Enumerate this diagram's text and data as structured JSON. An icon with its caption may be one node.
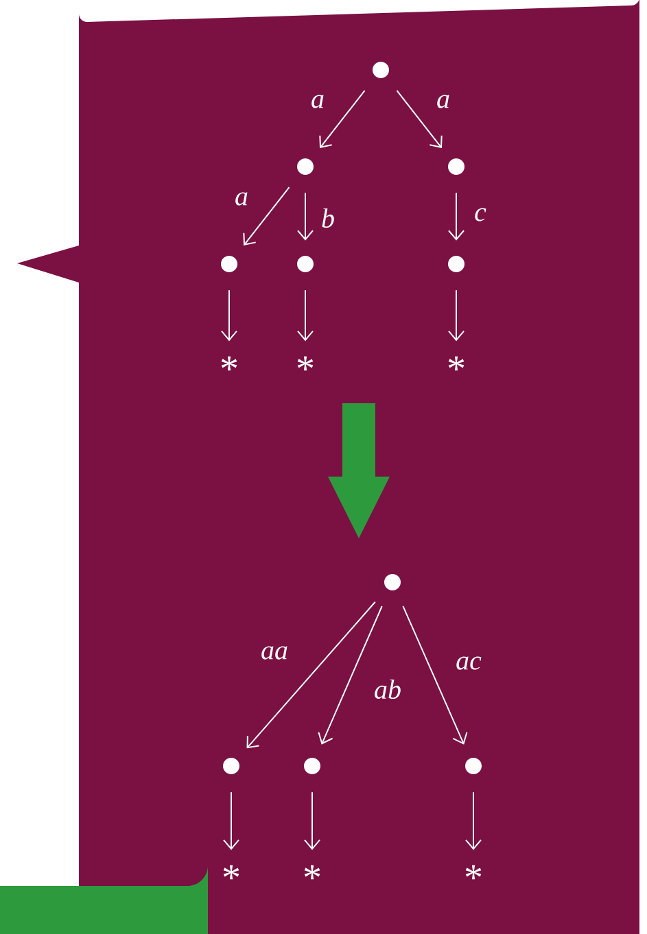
{
  "diagram": {
    "nodes": [
      {
        "text": [],
        "shape": "circle"
      },
      {
        "text": [],
        "shape": "circle"
      },
      {
        "text": [],
        "shape": "circle"
      },
      {
        "text": [],
        "shape": "circle"
      },
      {
        "text": [],
        "shape": "circle"
      },
      {
        "text": [],
        "shape": "circle"
      },
      {
        "text": [
          "*"
        ]
      },
      {
        "text": [
          "*"
        ]
      },
      {
        "text": [
          "*"
        ]
      },
      {
        "text": [],
        "shape": "circle"
      },
      {
        "text": [],
        "shape": "circle"
      },
      {
        "text": [],
        "shape": "circle"
      },
      {
        "text": [],
        "shape": "circle"
      },
      {
        "text": [
          "*"
        ]
      },
      {
        "text": [
          "*"
        ]
      },
      {
        "text": [
          "*"
        ]
      }
    ],
    "edges": [
      {
        "from": 0,
        "to": 1,
        "arrow": "to",
        "label": "a"
      },
      {
        "from": 0,
        "to": 2,
        "arrow": "to",
        "label": "a"
      },
      {
        "from": 1,
        "to": 3,
        "arrow": "to",
        "label": "a"
      },
      {
        "from": 1,
        "to": 4,
        "arrow": "to",
        "label": "b"
      },
      {
        "from": 2,
        "to": 5,
        "arrow": "to",
        "label": "c"
      },
      {
        "from": 3,
        "to": 6,
        "arrow": "to"
      },
      {
        "from": 4,
        "to": 7,
        "arrow": "to"
      },
      {
        "from": 5,
        "to": 8,
        "arrow": "to"
      },
      {
        "from": 9,
        "to": 10,
        "arrow": "to",
        "label": "aa"
      },
      {
        "from": 9,
        "to": 11,
        "arrow": "to",
        "label": "ab"
      },
      {
        "from": 9,
        "to": 12,
        "arrow": "to",
        "label": "ac"
      },
      {
        "from": 10,
        "to": 13,
        "arrow": "to"
      },
      {
        "from": 11,
        "to": 14,
        "arrow": "to"
      },
      {
        "from": 12,
        "to": 15,
        "arrow": "to"
      }
    ]
  }
}
